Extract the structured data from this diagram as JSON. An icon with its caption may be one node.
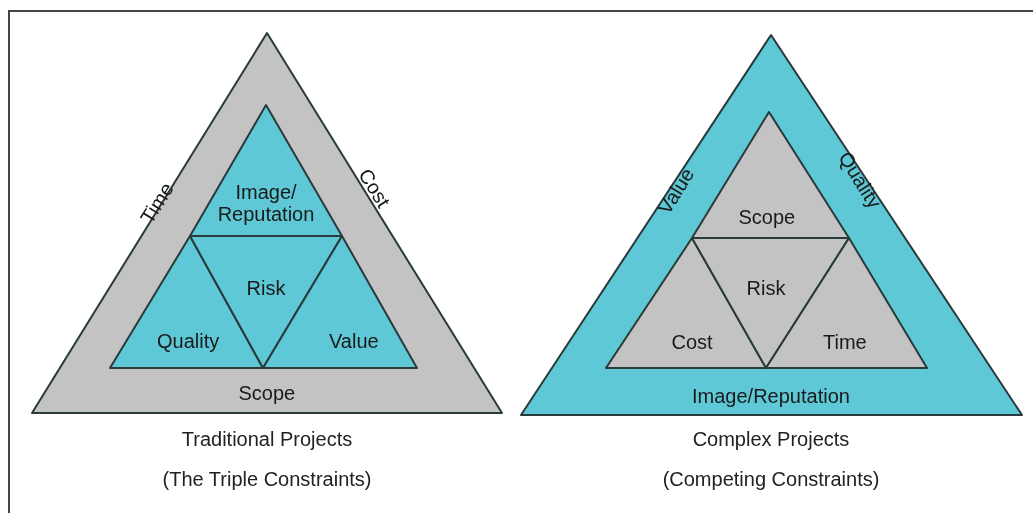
{
  "diagram": {
    "nodes": [
      {
        "text": [
          "Time",
          "Cost",
          "Scope"
        ]
      },
      {
        "text": [
          "Image/ Reputation"
        ],
        "in": 0
      },
      {
        "text": [
          "Quality"
        ],
        "in": 0
      },
      {
        "text": [
          "Risk"
        ],
        "in": 0
      },
      {
        "text": [
          "Value"
        ],
        "in": 0
      },
      {
        "text": [
          "Value",
          "Quality",
          "Image/Reputation"
        ]
      },
      {
        "text": [
          "Scope"
        ],
        "in": 5
      },
      {
        "text": [
          "Cost"
        ],
        "in": 5
      },
      {
        "text": [
          "Risk"
        ],
        "in": 5
      },
      {
        "text": [
          "Time"
        ],
        "in": 5
      }
    ],
    "labels": [
      "Traditional Projects",
      "(The Triple Constraints)",
      "Complex Projects",
      "(Competing Constraints)"
    ]
  }
}
